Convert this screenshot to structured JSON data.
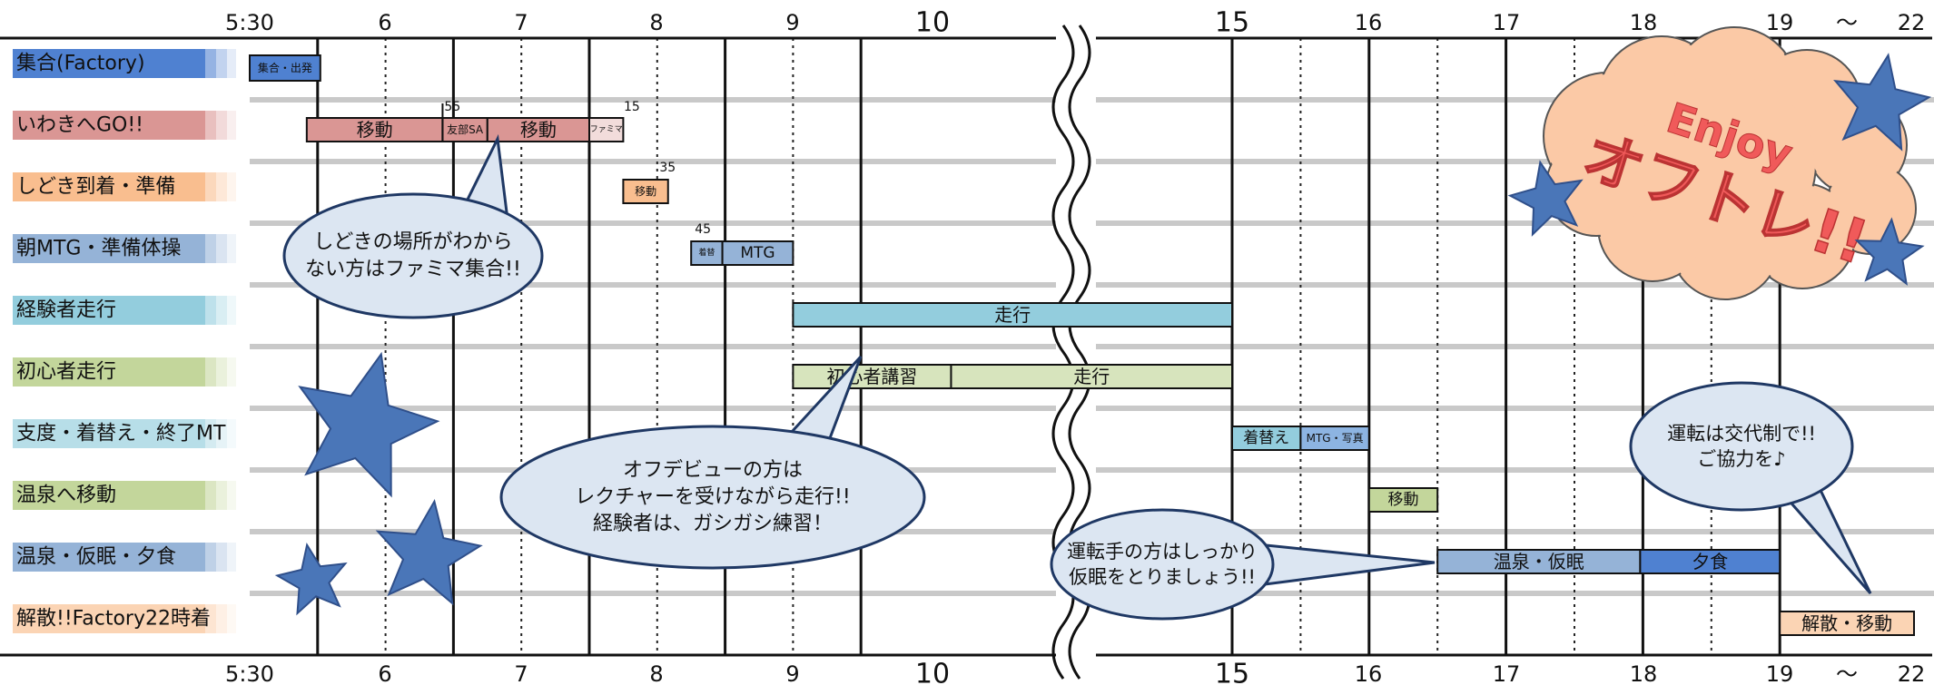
{
  "top_ticks": [
    "5:30",
    "6",
    "7",
    "8",
    "9",
    "10",
    "15",
    "16",
    "17",
    "18",
    "19",
    "〜",
    "22"
  ],
  "bottom_ticks": [
    "5:30",
    "6",
    "7",
    "8",
    "9",
    "10",
    "15",
    "16",
    "17",
    "18",
    "19",
    "〜",
    "22"
  ],
  "rows": [
    {
      "label": "集合(Factory)",
      "color": "#4f81d1"
    },
    {
      "label": "いわきへGO!!",
      "color": "#da9694"
    },
    {
      "label": "しどき到着・準備",
      "color": "#f9be8f"
    },
    {
      "label": "朝MTG・準備体操",
      "color": "#95b3d7"
    },
    {
      "label": "経験者走行",
      "color": "#93cddd"
    },
    {
      "label": "初心者走行",
      "color": "#c3d69b"
    },
    {
      "label": "支度・着替え・終了MT",
      "color": "#b7dee8"
    },
    {
      "label": "温泉へ移動",
      "color": "#c3d69b"
    },
    {
      "label": "温泉・仮眠・夕食",
      "color": "#95b3d7"
    },
    {
      "label": "解散!!Factory22時着",
      "color": "#fbd4b4"
    }
  ],
  "bars": [
    {
      "row": 0,
      "label": "集合・出発",
      "color": "#4f81d1"
    },
    {
      "row": 1,
      "label": "移動",
      "color": "#da9694"
    },
    {
      "row": 1,
      "label": "友部SA",
      "color": "#da9694"
    },
    {
      "row": 1,
      "label": "移動",
      "color": "#da9694"
    },
    {
      "row": 1,
      "label": "ファミマ",
      "color": "#f2dcdb"
    },
    {
      "row": 2,
      "label": "移動",
      "color": "#f9be8f"
    },
    {
      "row": 3,
      "label": "着替",
      "color": "#95b3d7"
    },
    {
      "row": 3,
      "label": "MTG",
      "color": "#95b3d7"
    },
    {
      "row": 4,
      "label": "走行",
      "color": "#93cddd"
    },
    {
      "row": 5,
      "label": "初心者講習",
      "color": "#d7e4bd"
    },
    {
      "row": 5,
      "label": "走行",
      "color": "#d7e4bd"
    },
    {
      "row": 6,
      "label": "着替え",
      "color": "#93cddd"
    },
    {
      "row": 6,
      "label": "MTG・写真",
      "color": "#8db4e2"
    },
    {
      "row": 7,
      "label": "移動",
      "color": "#c3d69b"
    },
    {
      "row": 8,
      "label": "温泉・仮眠",
      "color": "#95b3d7"
    },
    {
      "row": 8,
      "label": "夕食",
      "color": "#4f81d1"
    },
    {
      "row": 9,
      "label": "解散・移動",
      "color": "#fbd4b4"
    }
  ],
  "minute_marks": [
    "55",
    "15",
    "35",
    "45"
  ],
  "bubbles": [
    {
      "lines": [
        "しどきの場所がわから",
        "ない方はファミマ集合!!"
      ]
    },
    {
      "lines": [
        "オフデビューの方は",
        "レクチャーを受けながら走行!!",
        "経験者は、ガシガシ練習！"
      ]
    },
    {
      "lines": [
        "運転手の方はしっかり",
        "仮眠をとりましょう!!"
      ]
    },
    {
      "lines": [
        "運転は交代制で!!",
        "ご協力を♪"
      ]
    }
  ],
  "badge": {
    "line1": "Enjoy",
    "line2": "オフトレ!!"
  },
  "colors": {
    "bubble_fill": "#dce6f2",
    "bubble_stroke": "#1f3864",
    "star": "#4a76b8",
    "cloud": "#fbc9a6",
    "badge_text": "#f05a5a"
  }
}
